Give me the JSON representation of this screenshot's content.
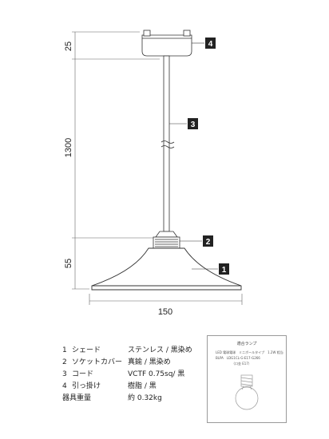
{
  "dimensions": {
    "top_height": "25",
    "cord_length": "1300",
    "shade_height": "55",
    "shade_width": "150"
  },
  "callouts": [
    "1",
    "2",
    "3",
    "4"
  ],
  "specs": [
    {
      "num": "1",
      "part": "シェード",
      "material": "ステンレス / 黒染め"
    },
    {
      "num": "2",
      "part": "ソケットカバー",
      "material": "真鍮 / 黒染め"
    },
    {
      "num": "3",
      "part": "コード",
      "material": "VCTF 0.75sq/ 黒"
    },
    {
      "num": "4",
      "part": "引っ掛け",
      "material": "樹脂 / 黒"
    }
  ],
  "weight": {
    "label": "器具重量",
    "value": "約 0.32kg"
  },
  "lamp": {
    "title": "適合ランプ",
    "line1": "LED 電球電球　ミニボールタイプ　1.2W 相当",
    "line2": "BLPA　LDG1CL-G-E17-G266",
    "line3": "（口金 E17）"
  }
}
